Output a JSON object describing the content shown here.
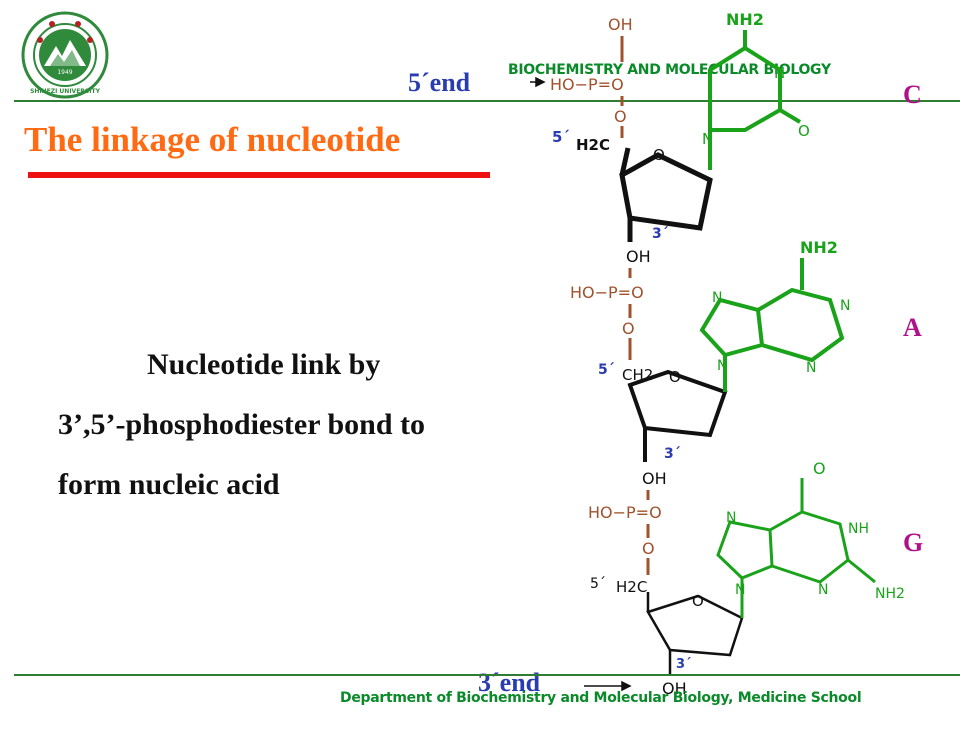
{
  "header": {
    "title": "BIOCHEMISTRY AND MOLECULAR BIOLOGY",
    "logo_text": "SHIHEZI UNIVERSITY",
    "logo_year": "1949"
  },
  "slide": {
    "title": "The linkage of nucleotide",
    "body_lines": [
      "Nucleotide link by",
      "3’,5’-phosphodiester bond to",
      "form nucleic acid"
    ]
  },
  "diagram": {
    "end5_label": "5´end",
    "end3_label": "3´end",
    "bases": [
      "C",
      "A",
      "G"
    ],
    "atoms": {
      "oh": "OH",
      "ho_p": "HO−P=O",
      "o": "O",
      "nh2": "NH2",
      "n": "N",
      "nh": "NH",
      "h2c": "H2C",
      "ch2": "CH2",
      "prime5": "5´",
      "prime3": "3´"
    }
  },
  "footer": {
    "text": "Department of Biochemistry and Molecular Biology, Medicine School"
  },
  "colors": {
    "accent_title": "#ff6a13",
    "underline": "#ee1111",
    "rule": "#2e7d32",
    "footer_text": "#0b8a2a",
    "phosphate": "#a0522d",
    "base": "#1aa31a",
    "base_letter": "#b0108a",
    "end_label": "#2a3db0"
  }
}
